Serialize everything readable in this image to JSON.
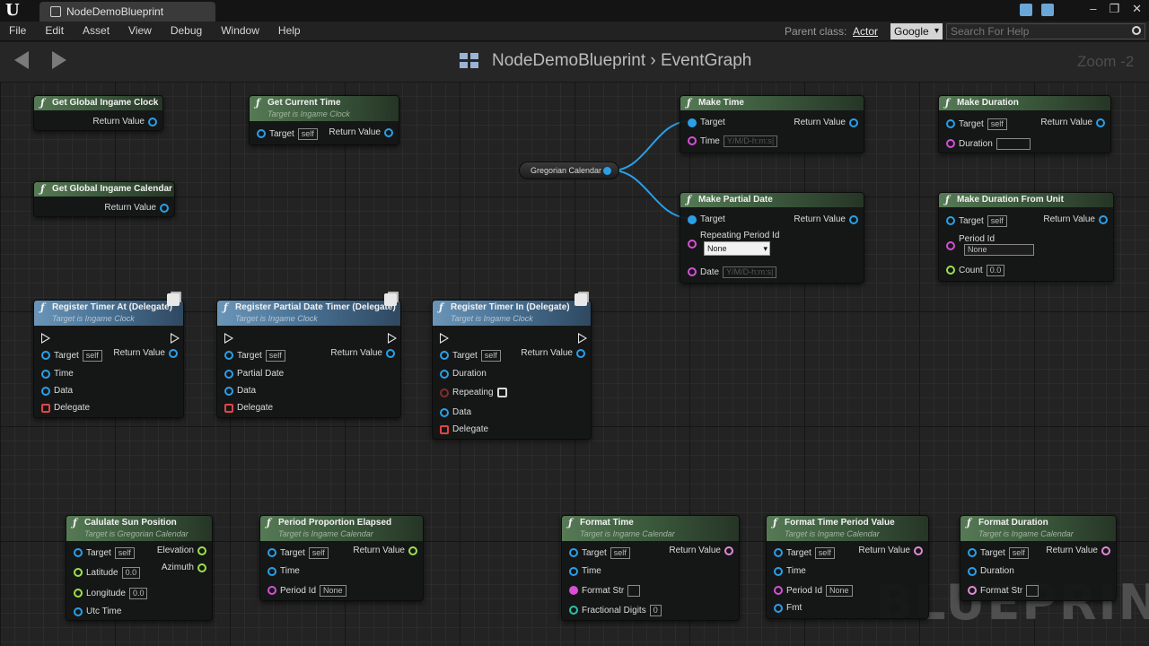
{
  "window": {
    "tab_title": "NodeDemoBlueprint",
    "controls": [
      "–",
      "❐",
      "✕"
    ]
  },
  "menu": {
    "items": [
      "File",
      "Edit",
      "Asset",
      "View",
      "Debug",
      "Window",
      "Help"
    ],
    "parent_class_label": "Parent class:",
    "parent_class_value": "Actor",
    "search_engine": "Google",
    "search_placeholder": "Search For Help"
  },
  "breadcrumb": {
    "blueprint": "NodeDemoBlueprint",
    "separator": "›",
    "graph": "EventGraph",
    "zoom": "Zoom -2"
  },
  "watermark": "BLUEPRINT",
  "reroute": {
    "label": "Gregorian Calendar"
  },
  "nodes": {
    "global_clock": {
      "title": "Get Global Ingame Clock",
      "return": "Return Value"
    },
    "global_calendar": {
      "title": "Get Global Ingame Calendar",
      "return": "Return Value"
    },
    "current_time": {
      "title": "Get Current Time",
      "subtitle": "Target is Ingame Clock",
      "target": "Target",
      "self": "self",
      "return": "Return Value"
    },
    "make_time": {
      "title": "Make Time",
      "target": "Target",
      "time": "Time",
      "time_ph": "Y/M/D-h:m:s|",
      "return": "Return Value"
    },
    "make_partial_date": {
      "title": "Make Partial Date",
      "target": "Target",
      "period": "Repeating Period Id",
      "period_value": "None",
      "date": "Date",
      "date_ph": "Y/M/D-h:m:s|",
      "return": "Return Value"
    },
    "make_duration": {
      "title": "Make Duration",
      "target": "Target",
      "self": "self",
      "duration": "Duration",
      "return": "Return Value"
    },
    "make_duration_unit": {
      "title": "Make Duration From Unit",
      "target": "Target",
      "self": "self",
      "period": "Period Id",
      "period_value": "None",
      "count": "Count",
      "count_value": "0.0",
      "return": "Return Value"
    },
    "timer_at": {
      "title": "Register Timer At (Delegate)",
      "subtitle": "Target is Ingame Clock",
      "target": "Target",
      "self": "self",
      "time": "Time",
      "data": "Data",
      "delegate": "Delegate",
      "return": "Return Value"
    },
    "partial_timer": {
      "title": "Register Partial Date Timer (Delegate)",
      "subtitle": "Target is Ingame Clock",
      "target": "Target",
      "self": "self",
      "partial": "Partial Date",
      "data": "Data",
      "delegate": "Delegate",
      "return": "Return Value"
    },
    "timer_in": {
      "title": "Register Timer In (Delegate)",
      "subtitle": "Target is Ingame Clock",
      "target": "Target",
      "self": "self",
      "duration": "Duration",
      "repeating": "Repeating",
      "data": "Data",
      "delegate": "Delegate",
      "return": "Return Value"
    },
    "sun_position": {
      "title": "Calulate Sun Position",
      "subtitle": "Target is Gregorian Calendar",
      "target": "Target",
      "self": "self",
      "latitude": "Latitude",
      "lat_value": "0.0",
      "longitude": "Longitude",
      "lon_value": "0.0",
      "utc": "Utc Time",
      "elevation": "Elevation",
      "azimuth": "Azimuth"
    },
    "period_elapsed": {
      "title": "Period Proportion Elapsed",
      "subtitle": "Target is Ingame Calendar",
      "target": "Target",
      "self": "self",
      "time": "Time",
      "period": "Period Id",
      "period_value": "None",
      "return": "Return Value"
    },
    "format_time": {
      "title": "Format Time",
      "subtitle": "Target is Ingame Calendar",
      "target": "Target",
      "self": "self",
      "time": "Time",
      "fmt": "Format Str",
      "digits": "Fractional Digits",
      "digits_value": "0",
      "return": "Return Value"
    },
    "format_period": {
      "title": "Format Time Period Value",
      "subtitle": "Target is Ingame Calendar",
      "target": "Target",
      "self": "self",
      "time": "Time",
      "period": "Period Id",
      "period_value": "None",
      "fmt": "Fmt",
      "return": "Return Value"
    },
    "format_duration": {
      "title": "Format Duration",
      "subtitle": "Target is Ingame Calendar",
      "target": "Target",
      "self": "self",
      "duration": "Duration",
      "fmt": "Format Str",
      "return": "Return Value"
    }
  }
}
